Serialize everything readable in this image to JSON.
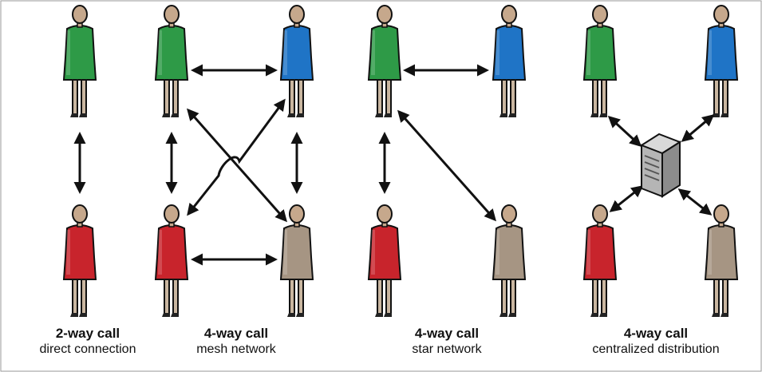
{
  "colors": {
    "green": "#2e9a47",
    "blue": "#1f74c6",
    "red": "#c8242c",
    "taupe": "#a69583",
    "skin": "#c6a88c",
    "legs": "#c9b6a0",
    "outline": "#111111"
  },
  "scenarios": [
    {
      "title": "2-way call",
      "subtitle": "direct connection"
    },
    {
      "title": "4-way call",
      "subtitle": "mesh network"
    },
    {
      "title": "4-way call",
      "subtitle": "star network"
    },
    {
      "title": "4-way call",
      "subtitle": "centralized distribution"
    }
  ],
  "server_icon": "server-icon"
}
